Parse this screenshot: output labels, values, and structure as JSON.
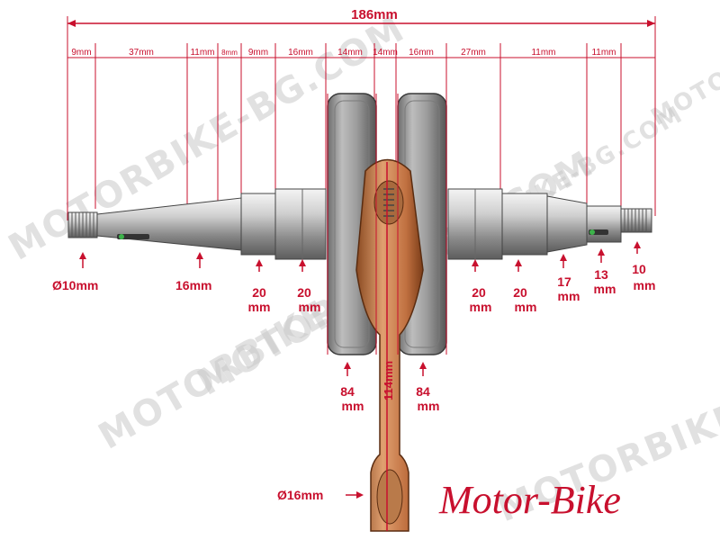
{
  "watermark": "MOTORBIKE-BG.COM",
  "watermark_short": "MOTORBIKE-BG.COM",
  "brand": "Motor-Bike",
  "total_length": "186mm",
  "top_dims": [
    "9mm",
    "37mm",
    "11mm",
    "8mm",
    "9mm",
    "16mm",
    "14mm",
    "14mm",
    "16mm",
    "27mm",
    "11mm",
    "11mm"
  ],
  "labels": {
    "d10": "Ø10mm",
    "d16_left": "16mm",
    "l20a": [
      "20",
      "mm"
    ],
    "l20b": [
      "20",
      "mm"
    ],
    "r20a": [
      "20",
      "mm"
    ],
    "r20b": [
      "20",
      "mm"
    ],
    "r17": [
      "17",
      "mm"
    ],
    "r13": [
      "13",
      "mm"
    ],
    "r10": [
      "10",
      "mm"
    ],
    "l84": [
      "84",
      "mm"
    ],
    "r84": [
      "84",
      "mm"
    ],
    "rod": "114mm",
    "pin": "Ø16mm"
  },
  "colors": {
    "dimension": "#c8102e",
    "steel": "#9a9a9a",
    "rod": "#c97a45"
  }
}
